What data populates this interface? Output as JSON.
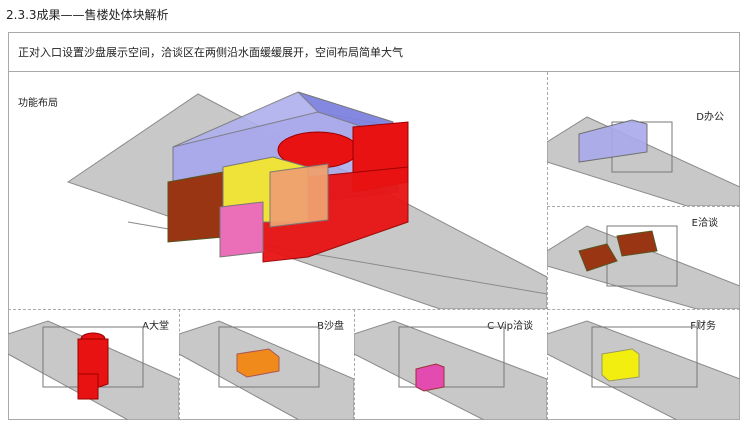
{
  "section_title": "2.3.3成果——售楼处体块解析",
  "intro_text": "正对入口设置沙盘展示空间，洽谈区在两侧沿水面缓缓展开，空间布局简单大气",
  "main_label": "功能布局",
  "panels": [
    {
      "label": "D办公",
      "color": "#7f84e0"
    },
    {
      "label": "E洽谈",
      "color": "#8b2a10"
    },
    {
      "label": "A大堂",
      "color": "#ee1111"
    },
    {
      "label": "B沙盘",
      "color": "#f08a1a"
    },
    {
      "label": "C Vip洽谈",
      "color": "#e34bb0"
    },
    {
      "label": "F财务",
      "color": "#f2ee10"
    }
  ],
  "colors": {
    "ground": "#c8c8c8",
    "ground_edge": "#8a8a8a",
    "office": "#a9a9ec",
    "lobby": "#e81212",
    "negotiation": "#9a3514",
    "sandbox": "#f0a070",
    "finance": "#efe238",
    "vip": "#ea6fb8"
  }
}
